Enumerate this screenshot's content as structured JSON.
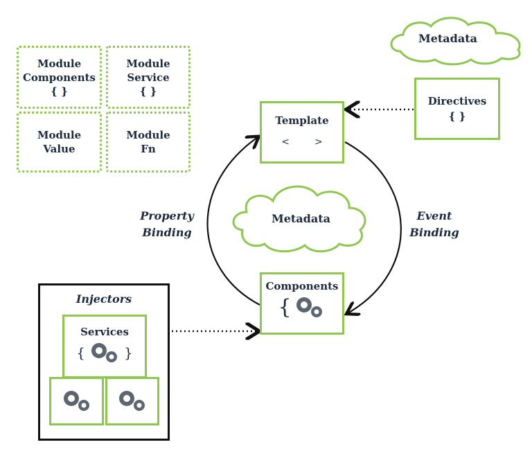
{
  "modules": [
    {
      "line1": "Module",
      "line2": "Components",
      "braces": "{ }"
    },
    {
      "line1": "Module",
      "line2": "Service",
      "braces": "{ }"
    },
    {
      "line1": "Module",
      "line2": "Value",
      "braces": ""
    },
    {
      "line1": "Module",
      "line2": "Fn",
      "braces": ""
    }
  ],
  "metadata_top": "Metadata",
  "metadata_center": "Metadata",
  "template": {
    "title": "Template",
    "left": "<",
    "right": ">"
  },
  "directives": {
    "title": "Directives",
    "braces": "{ }"
  },
  "components": {
    "title": "Components",
    "brace": "{"
  },
  "property_binding": {
    "line1": "Property",
    "line2": "Binding"
  },
  "event_binding": {
    "line1": "Event",
    "line2": "Binding"
  },
  "injectors": {
    "title": "Injectors"
  },
  "services": {
    "title": "Services",
    "brace_open": "{",
    "brace_close": "}"
  },
  "colors": {
    "accent": "#8cc84b",
    "text": "#1b2a3d",
    "gear": "#5b6670"
  }
}
